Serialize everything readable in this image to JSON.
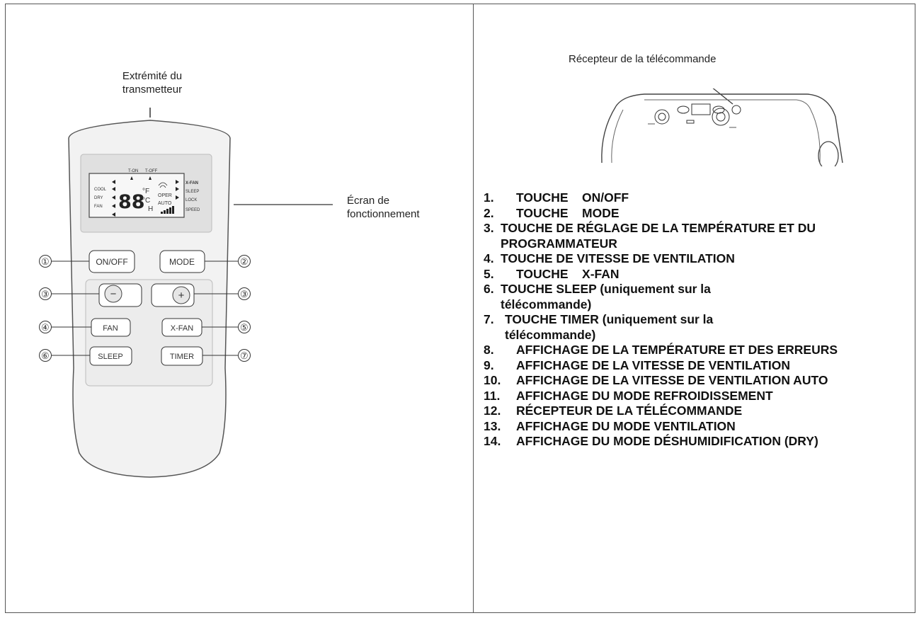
{
  "left_panel": {
    "label_transmitter": "Extrémité du transmetteur",
    "label_screen": "Écran de fonctionnement",
    "remote": {
      "lcd": {
        "top_labels": [
          "T-ON",
          "T-OFF"
        ],
        "left_labels": [
          "COOL",
          "DRY",
          "FAN"
        ],
        "right_labels": [
          "X-FAN",
          "SLEEP",
          "LOCK",
          "SPEED"
        ],
        "digits": "88",
        "unit_f": "°F",
        "unit_c": "°C",
        "unit_h": "H",
        "oper": "OPER",
        "auto": "AUTO"
      },
      "buttons": [
        {
          "num": "①",
          "label": "ON/OFF"
        },
        {
          "num": "②",
          "label": "MODE"
        },
        {
          "num": "③",
          "label": "−"
        },
        {
          "num": "③",
          "label": "+"
        },
        {
          "num": "④",
          "label": "FAN"
        },
        {
          "num": "⑤",
          "label": "X-FAN"
        },
        {
          "num": "⑥",
          "label": "SLEEP"
        },
        {
          "num": "⑦",
          "label": "TIMER"
        }
      ]
    }
  },
  "right_panel": {
    "label_receiver": "Récepteur de la télécommande",
    "items": [
      {
        "num": "1.",
        "text": "TOUCHE    ON/OFF"
      },
      {
        "num": "2.",
        "text": "TOUCHE    MODE"
      },
      {
        "num": "3.",
        "text": "TOUCHE DE RÉGLAGE DE LA TEMPÉRATURE ET DU PROGRAMMATEUR"
      },
      {
        "num": "4.",
        "text": "TOUCHE DE VITESSE DE VENTILATION"
      },
      {
        "num": "5.",
        "text": "TOUCHE    X-FAN"
      },
      {
        "num": "6.",
        "text": "TOUCHE SLEEP (uniquement sur la télécommande)"
      },
      {
        "num": "7.",
        "text": "TOUCHE TIMER (uniquement sur la télécommande)"
      },
      {
        "num": "8.",
        "text": "AFFICHAGE DE LA TEMPÉRATURE ET DES ERREURS"
      },
      {
        "num": "9.",
        "text": "AFFICHAGE DE LA VITESSE DE VENTILATION"
      },
      {
        "num": "10.",
        "text": "AFFICHAGE DE LA VITESSE DE VENTILATION AUTO"
      },
      {
        "num": "11.",
        "text": "AFFICHAGE DU MODE REFROIDISSEMENT"
      },
      {
        "num": "12.",
        "text": "RÉCEPTEUR DE LA TÉLÉCOMMANDE"
      },
      {
        "num": "13.",
        "text": "AFFICHAGE DU MODE VENTILATION"
      },
      {
        "num": "14.",
        "text": "AFFICHAGE DU MODE DÉSHUMIDIFICATION (DRY)"
      }
    ]
  }
}
